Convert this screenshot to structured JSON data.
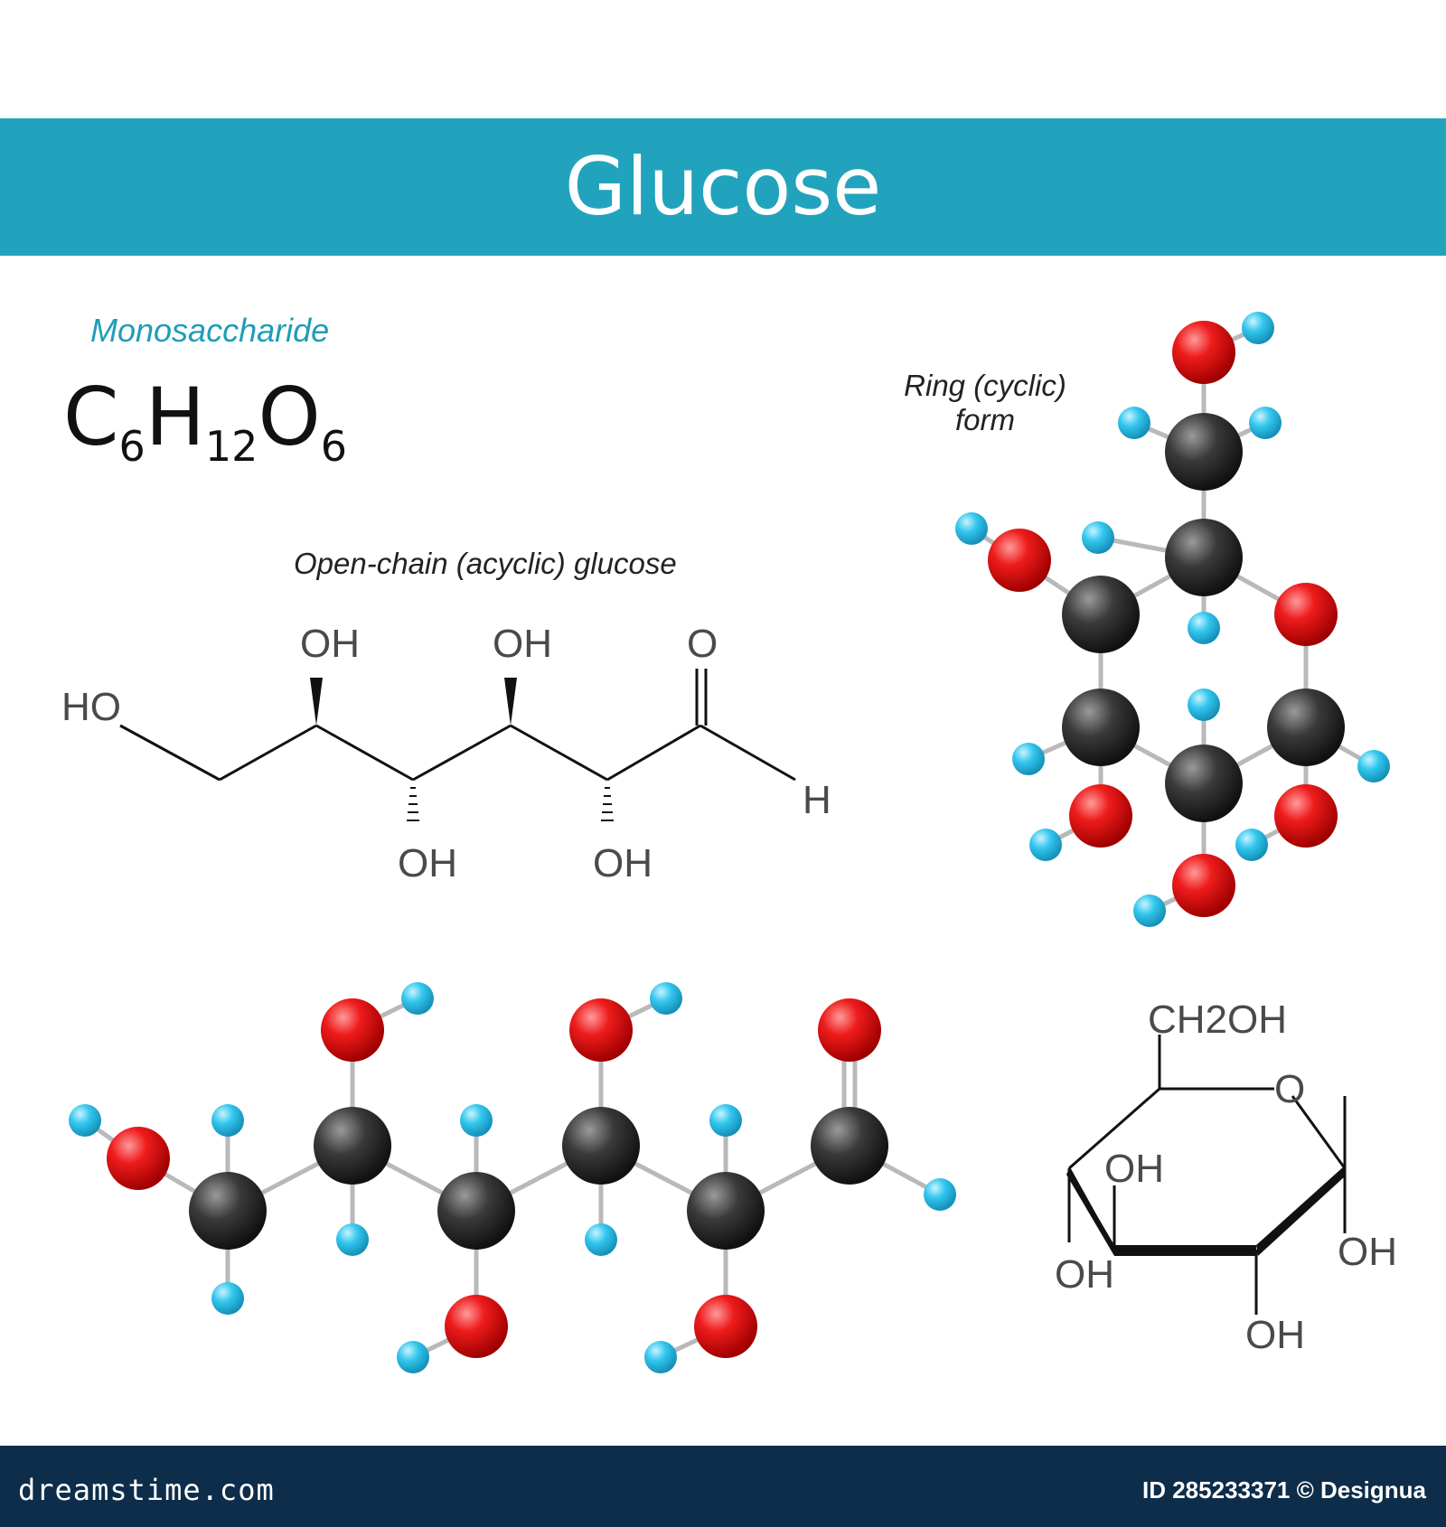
{
  "title": "Glucose",
  "subtitle": "Monosaccharide",
  "formula": {
    "parts": [
      {
        "el": "C",
        "n": "6"
      },
      {
        "el": "H",
        "n": "12"
      },
      {
        "el": "O",
        "n": "6"
      }
    ]
  },
  "labels": {
    "ring_line1": "Ring (cyclic)",
    "ring_line2": "form",
    "open_chain": "Open-chain (acyclic) glucose"
  },
  "open_chain_skeletal": {
    "ho_left": "HO",
    "oh_top_1": "OH",
    "oh_top_2": "OH",
    "oh_bottom_1": "OH",
    "oh_bottom_2": "OH",
    "carbonyl_o": "O",
    "aldehyde_h": "H"
  },
  "ring_skeletal": {
    "ch2oh": "CH2OH",
    "ring_o": "O",
    "oh_inner": "OH",
    "oh_left": "OH",
    "oh_bottom": "OH",
    "oh_right": "OH"
  },
  "colors": {
    "banner": "#22a3bd",
    "carbon": "#333333",
    "oxygen": "#e01010",
    "hydrogen": "#2ec3ea",
    "footer": "#0d2d4a"
  },
  "footer": {
    "brand": "dreamstime.com",
    "id": "ID 285233371 © Designua"
  }
}
